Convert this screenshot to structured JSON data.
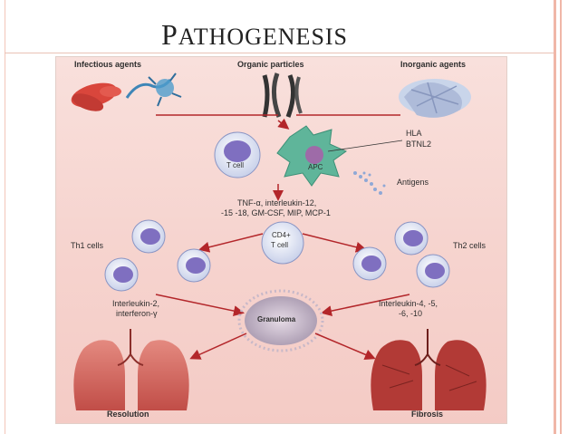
{
  "slide": {
    "title_initial": "P",
    "title_rest": "ATHOGENESIS"
  },
  "diagram": {
    "labels": {
      "infectious_agents": "Infectious agents",
      "organic_particles": "Organic particles",
      "inorganic_agents": "Inorganic agents",
      "hla": "HLA",
      "btnl2": "BTNL2",
      "t_cell": "T cell",
      "apc": "APC",
      "antigens": "Antigens",
      "cytokines_line1": "TNF-α, interleukin-12,",
      "cytokines_line2": "-15 -18, GM-CSF, MIP, MCP-1",
      "cd4_line1": "CD4+",
      "cd4_line2": "T cell",
      "th1_cells": "Th1 cells",
      "th2_cells": "Th2 cells",
      "th1_cytokines_line1": "Interleukin-2,",
      "th1_cytokines_line2": "interferon-γ",
      "th2_cytokines_line1": "Interleukin-4, -5,",
      "th2_cytokines_line2": "-6, -10",
      "granuloma": "Granuloma",
      "resolution": "Resolution",
      "fibrosis": "Fibrosis"
    },
    "colors": {
      "background": "#f6d4cf",
      "arrow": "#b3262a",
      "cell_body": "#e8ecf6",
      "cell_nucleus": "#7f6fc0",
      "apc": "#5fb59a",
      "lung": "#c9605a",
      "granuloma": "#c7b8c8"
    }
  }
}
